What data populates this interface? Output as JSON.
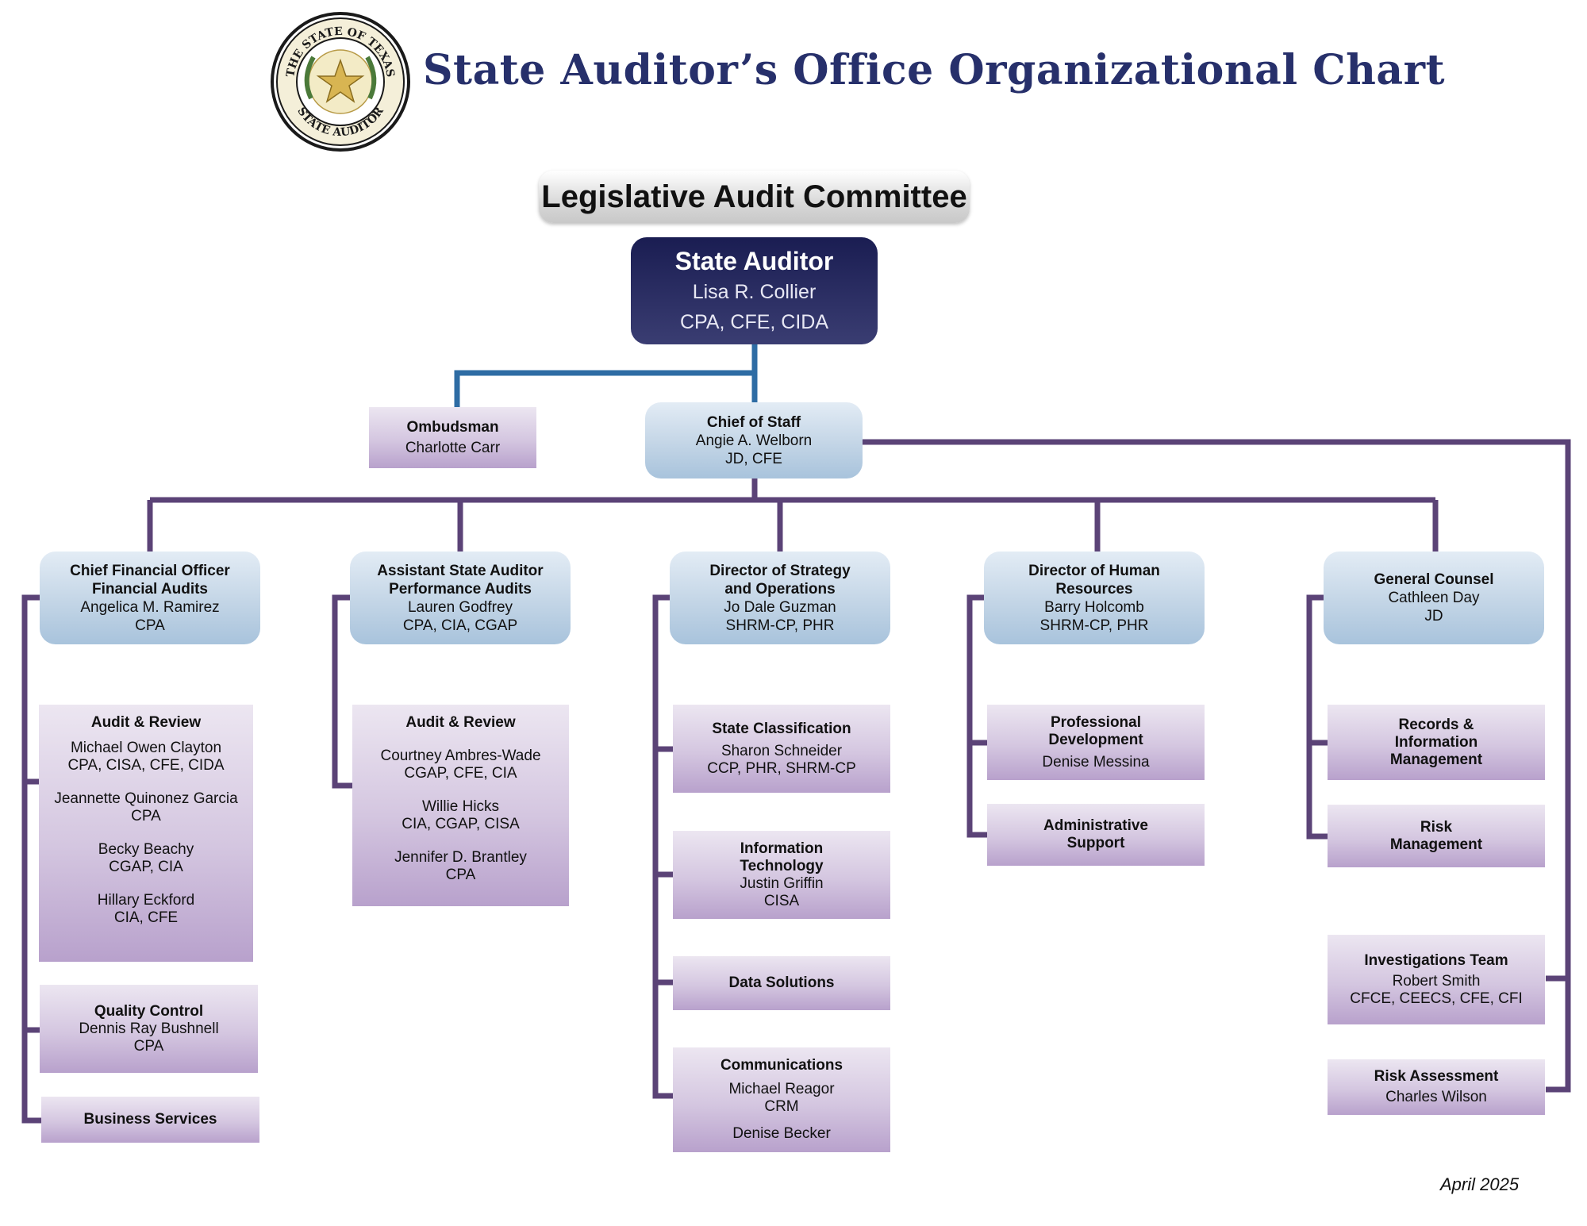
{
  "title": "State Auditor’s Office Organizational Chart",
  "seal": {
    "top_text": "THE STATE OF TEXAS",
    "bottom_text": "STATE AUDITOR"
  },
  "committee": "Legislative Audit Committee",
  "state_auditor": {
    "title": "State Auditor",
    "name": "Lisa R. Collier",
    "creds": "CPA, CFE, CIDA"
  },
  "ombudsman": {
    "title": "Ombudsman",
    "name": "Charlotte Carr"
  },
  "chief_of_staff": {
    "title": "Chief of Staff",
    "name": "Angie A. Welborn",
    "creds": "JD, CFE"
  },
  "cfo": {
    "title": "Chief Financial Officer\nFinancial Audits",
    "name": "Angelica M. Ramirez",
    "creds": "CPA",
    "audit_review": {
      "title": "Audit & Review",
      "people": [
        {
          "name": "Michael Owen Clayton",
          "creds": "CPA, CISA, CFE, CIDA"
        },
        {
          "name": "Jeannette Quinonez Garcia",
          "creds": "CPA"
        },
        {
          "name": "Becky Beachy",
          "creds": "CGAP, CIA"
        },
        {
          "name": "Hillary Eckford",
          "creds": "CIA, CFE"
        }
      ]
    },
    "quality_control": {
      "title": "Quality Control",
      "name": "Dennis Ray Bushnell",
      "creds": "CPA"
    },
    "business_services": {
      "title": "Business Services"
    }
  },
  "asa": {
    "title": "Assistant State Auditor\nPerformance Audits",
    "name": "Lauren Godfrey",
    "creds": "CPA, CIA, CGAP",
    "audit_review": {
      "title": "Audit & Review",
      "people": [
        {
          "name": "Courtney Ambres-Wade",
          "creds": "CGAP, CFE, CIA"
        },
        {
          "name": "Willie Hicks",
          "creds": "CIA, CGAP, CISA"
        },
        {
          "name": "Jennifer D. Brantley",
          "creds": "CPA"
        }
      ]
    }
  },
  "dso": {
    "title": "Director of Strategy\nand Operations",
    "name": "Jo Dale Guzman",
    "creds": "SHRM-CP, PHR",
    "state_classification": {
      "title": "State Classification",
      "name": "Sharon Schneider",
      "creds": "CCP, PHR, SHRM-CP"
    },
    "it": {
      "title": "Information\nTechnology",
      "name": "Justin Griffin",
      "creds": "CISA"
    },
    "data_solutions": {
      "title": "Data Solutions"
    },
    "communications": {
      "title": "Communications",
      "name": "Michael Reagor",
      "creds": "CRM",
      "name2": "Denise Becker"
    }
  },
  "dhr": {
    "title": "Director of Human\nResources",
    "name": "Barry Holcomb",
    "creds": "SHRM-CP, PHR",
    "prof_dev": {
      "title": "Professional\nDevelopment",
      "name": "Denise Messina"
    },
    "admin_support": {
      "title": "Administrative\nSupport"
    }
  },
  "gc": {
    "title": "General Counsel",
    "name": "Cathleen Day",
    "creds": "JD",
    "records": {
      "title": "Records &\nInformation\nManagement"
    },
    "risk_mgmt": {
      "title": "Risk\nManagement"
    }
  },
  "investigations": {
    "title": "Investigations Team",
    "name": "Robert Smith",
    "creds": "CFCE, CEECS, CFE, CFI"
  },
  "risk_assessment": {
    "title": "Risk Assessment",
    "name": "Charles Wilson"
  },
  "date": "April 2025",
  "colors": {
    "title": "#27306b",
    "line_purple": "#5b4377",
    "line_blue": "#2e6ca4",
    "state_auditor_box": "#1a1d52"
  }
}
